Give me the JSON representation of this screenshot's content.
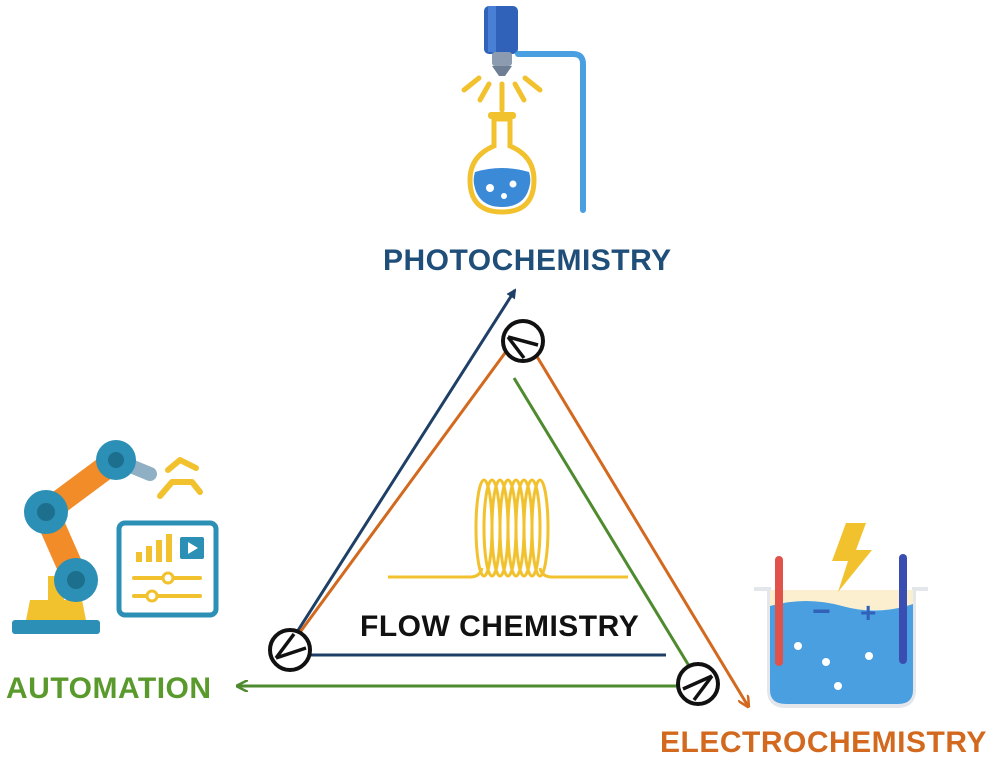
{
  "labels": {
    "photochemistry": "PHOTOCHEMISTRY",
    "automation": "AUTOMATION",
    "electrochemistry": "ELECTROCHEMISTRY",
    "flow": "FLOW CHEMISTRY"
  },
  "electrodes": {
    "negative": "−",
    "positive": "+"
  },
  "colors": {
    "navy": "#1e3f66",
    "orange": "#d2691e",
    "green": "#4e8a2e",
    "photo_text": "#1f4e79",
    "automation_text": "#5a9a2c",
    "electro_text": "#d2691e",
    "flow_text": "#111111",
    "blue_light": "#4a9fe0",
    "blue_dark": "#2f62b8",
    "yellow": "#f2c12e",
    "robot_orange": "#f28c28",
    "teal": "#2c8fb5",
    "red_electrode": "#e0524a",
    "purple_electrode": "#3a4db0"
  },
  "icons": [
    "photo-reactor-icon",
    "robot-arm-icon",
    "control-panel-icon",
    "electrochemical-cell-icon",
    "lightning-icon",
    "coil-reactor-icon",
    "pump-icon"
  ]
}
